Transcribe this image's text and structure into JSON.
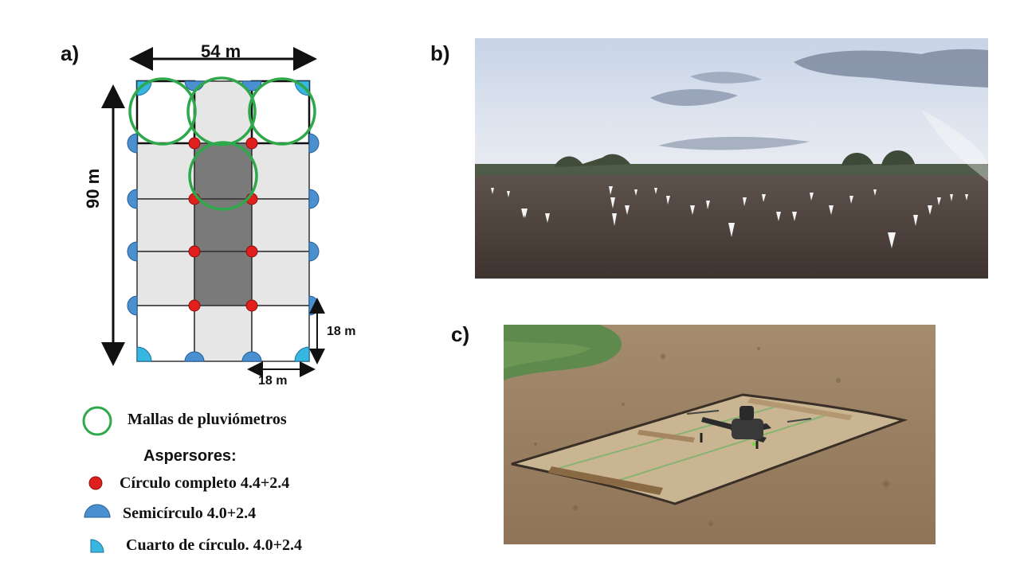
{
  "labels": {
    "a": "a)",
    "b": "b)",
    "c": "c)"
  },
  "dimensions": {
    "width": "54 m",
    "height": "90 m",
    "cell_h": "18 m",
    "cell_w": "18 m"
  },
  "legend": {
    "rain_gauges": "Mallas de pluviómetros",
    "sprinklers_heading": "Aspersores:",
    "full_circle": "Círculo completo 4.4+2.4",
    "semicircle": "Semicírculo 4.0+2.4",
    "quarter_circle": "Cuarto de círculo.  4.0+2.4"
  },
  "colors": {
    "green_ring": "#2ea84a",
    "red_dot": "#e0201c",
    "blue_semi": "#4a8fd0",
    "cyan_quarter": "#37b7e0",
    "light_cell": "#e6e6e6",
    "dark_cell": "#7a7a7a"
  },
  "photos": {
    "b": "field-with-rain-gauge-cones",
    "c": "drone-on-mat-landing-pad"
  }
}
